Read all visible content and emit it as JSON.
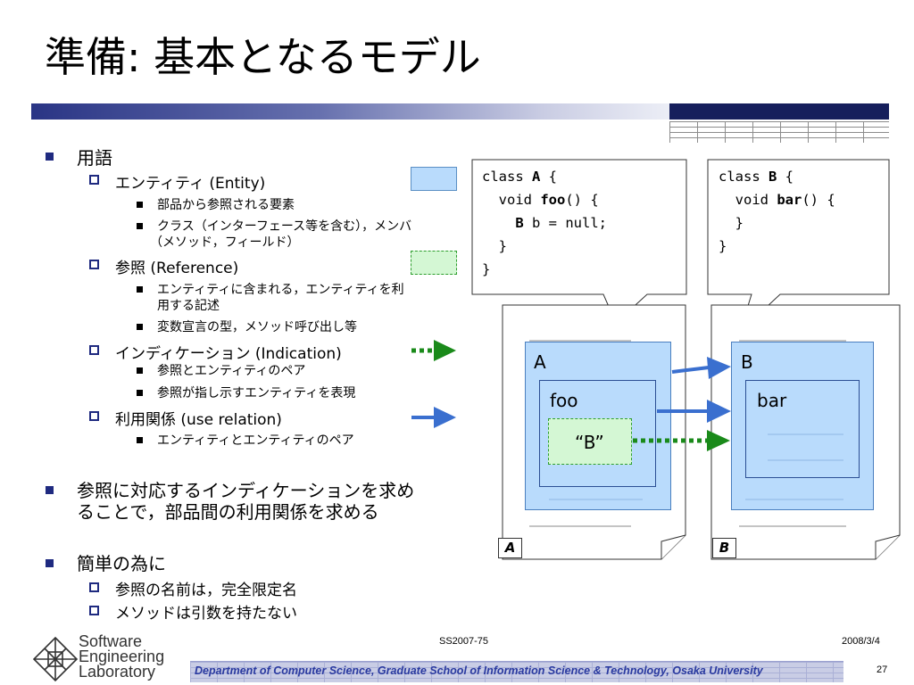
{
  "title": "準備: 基本となるモデル",
  "bullets": {
    "terms": {
      "label": "用語",
      "entity": {
        "label": "エンティティ (Entity)",
        "items": [
          "部品から参照される要素",
          "クラス（インターフェース等を含む），メンバ",
          "（メソッド，フィールド）"
        ]
      },
      "reference": {
        "label": "参照 (Reference)",
        "items": [
          "エンティティに含まれる，エンティティを利",
          "用する記述",
          "変数宣言の型，メソッド呼び出し等"
        ]
      },
      "indication": {
        "label": "インディケーション (Indication)",
        "items": [
          "参照とエンティティのペア",
          "参照が指し示すエンティティを表現"
        ]
      },
      "use_relation": {
        "label": "利用関係 (use relation)",
        "items": [
          "エンティティとエンティティのペア"
        ]
      }
    },
    "goal": {
      "line1": "参照に対応するインディケーションを求め",
      "line2": "ることで，部品間の利用関係を求める"
    },
    "simplify": {
      "label": "簡単の為に",
      "items": [
        "参照の名前は，完全限定名",
        "メソッドは引数を持たない"
      ]
    }
  },
  "code_a": {
    "l1_pre": "class ",
    "l1_name": "A",
    "l1_post": " {",
    "l2_pre": "  void ",
    "l2_name": "foo",
    "l2_post": "() {",
    "l3_pre": "    ",
    "l3_name": "B",
    "l3_post": " b = null;",
    "l4": "  }",
    "l5": "}"
  },
  "code_b": {
    "l1_pre": "class ",
    "l1_name": "B",
    "l1_post": " {",
    "l2_pre": "  void ",
    "l2_name": "bar",
    "l2_post": "() {",
    "l3": "  }",
    "l4": "}"
  },
  "diagram": {
    "entity_a": "A",
    "method_foo": "foo",
    "ref_b": "“B”",
    "entity_b": "B",
    "method_bar": "bar",
    "tag_a": "A",
    "tag_b": "B"
  },
  "colors": {
    "entity_fill": "#b9dbfc",
    "reference_fill": "#d4f7d4",
    "use_arrow": "#3a6fcf",
    "indication_arrow": "#1a8a1a",
    "accent": "#1f2a80"
  },
  "footer": {
    "logo_lines": "Software\nEngineering\nLaboratory",
    "department": "Department of Computer Science, Graduate School of Information Science & Technology, Osaka University",
    "center_text": "SS2007-75",
    "date": "2008/3/4",
    "page": "27"
  }
}
